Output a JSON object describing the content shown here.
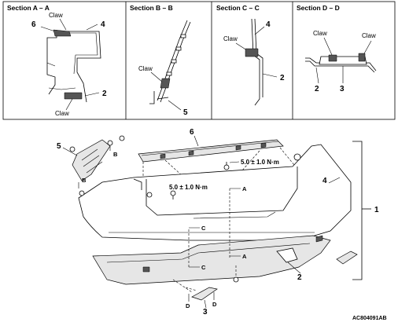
{
  "sections": [
    {
      "title": "Section A – A",
      "claw_labels": [
        "Claw",
        "Claw"
      ],
      "callouts": [
        "6",
        "4",
        "2"
      ]
    },
    {
      "title": "Section B – B",
      "claw_labels": [
        "Claw"
      ],
      "callouts": [
        "5"
      ]
    },
    {
      "title": "Section C – C",
      "claw_labels": [
        "Claw"
      ],
      "callouts": [
        "4",
        "2"
      ]
    },
    {
      "title": "Section D – D",
      "claw_labels": [
        "Claw",
        "Claw"
      ],
      "callouts": [
        "2",
        "3"
      ]
    }
  ],
  "main": {
    "callouts": {
      "p1": "1",
      "p2": "2",
      "p3": "3",
      "p4": "4",
      "p5": "5",
      "p6": "6"
    },
    "torques": [
      "5.0 ± 1.0 N·m",
      "5.0 ± 1.0 N·m"
    ],
    "section_markers": {
      "a": "A",
      "b": "B",
      "c": "C",
      "d": "D"
    }
  },
  "figure_code": "AC804091AB"
}
